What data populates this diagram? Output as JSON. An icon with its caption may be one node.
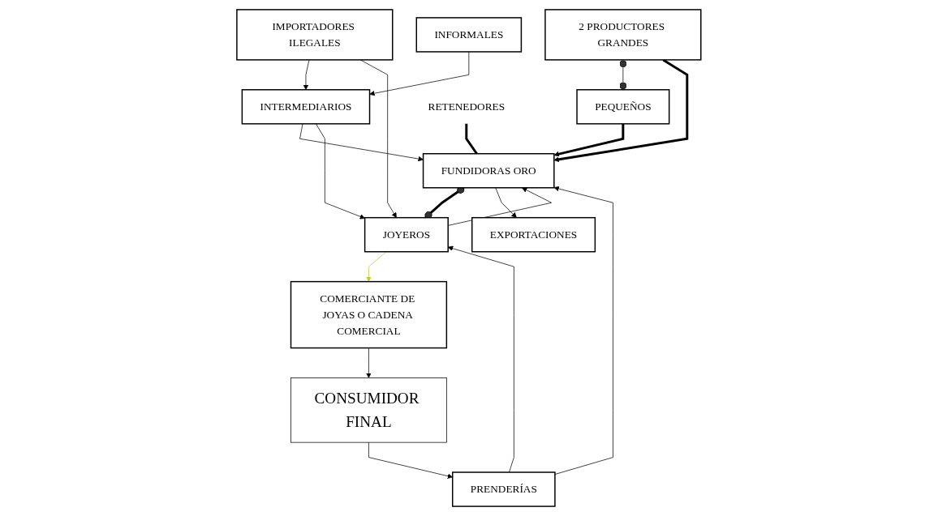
{
  "diagram": {
    "nodes": [
      {
        "text": [
          "2 PRODUCTORES GRANDES"
        ]
      },
      {
        "text": [
          "PEQUEÑOS"
        ]
      },
      {
        "text": [
          "INFORMALES"
        ]
      },
      {
        "text": [
          "IMPORTADORES ILEGALES"
        ]
      },
      {
        "text": [
          "INTERMEDIARIOS"
        ]
      },
      {
        "text": [
          "FUNDIDORAS ORO"
        ]
      },
      {
        "text": [
          "JOYEROS"
        ]
      },
      {
        "text": [
          "PRENDERÍAS"
        ]
      },
      {
        "text": [
          "COMERCIANTE DE JOYAS O CADENA COMERCIAL"
        ]
      },
      {
        "text": [
          "RETENEDORES"
        ]
      },
      {
        "text": [
          "EXPORTACIONES"
        ]
      },
      {
        "text": [
          "CONSUMIDOR FINAL"
        ]
      }
    ],
    "edges": [
      {
        "from": 0,
        "to": 1,
        "arrow": "other"
      },
      {
        "from": 0,
        "to": 5,
        "arrow": "to",
        "style": "thick"
      },
      {
        "from": 1,
        "to": 5,
        "arrow": "to",
        "style": "thick"
      },
      {
        "from": 2,
        "to": 4,
        "arrow": "to"
      },
      {
        "from": 3,
        "to": 4,
        "arrow": "to"
      },
      {
        "from": 3,
        "to": 6,
        "arrow": "to"
      },
      {
        "from": 4,
        "to": 5,
        "arrow": "to"
      },
      {
        "from": 4,
        "to": 6,
        "arrow": "to"
      },
      {
        "from": 6,
        "to": 5,
        "arrow": "to"
      },
      {
        "from": 7,
        "to": 5,
        "arrow": "to"
      },
      {
        "from": 7,
        "to": 6,
        "arrow": "to"
      },
      {
        "from": 5,
        "to": 6,
        "arrow": "other",
        "style": "thick"
      },
      {
        "from": 9,
        "to": 5,
        "arrow": "none",
        "style": "thick"
      },
      {
        "from": 6,
        "to": 8,
        "arrow": "to",
        "color": "#c8c832"
      },
      {
        "from": 8,
        "to": 11,
        "arrow": "to"
      },
      {
        "from": 11,
        "to": 7,
        "arrow": "to"
      },
      {
        "from": 5,
        "to": 10,
        "arrow": "to"
      }
    ]
  }
}
